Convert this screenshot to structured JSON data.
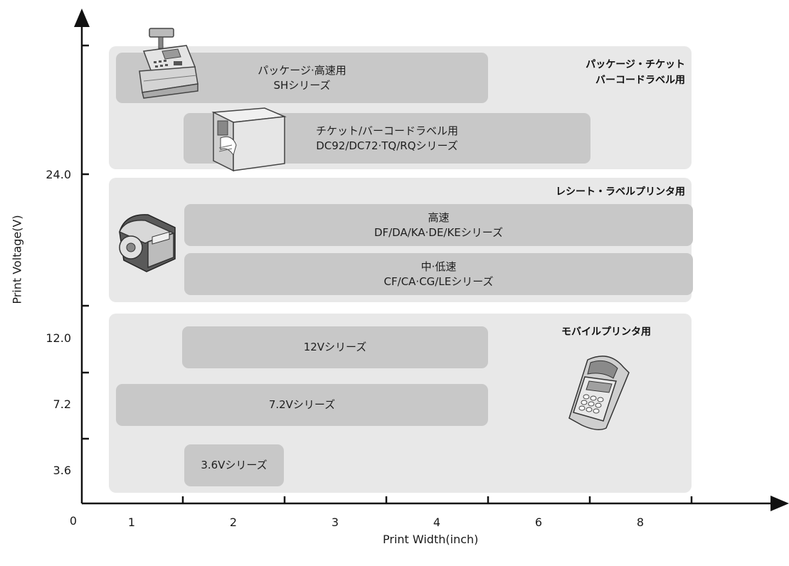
{
  "axes": {
    "ylabel": "Print Voltage(V)",
    "xlabel": "Print Width(inch)",
    "origin_label": "0",
    "y_ticks": [
      "24.0",
      "12.0",
      "7.2",
      "3.6"
    ],
    "x_ticks": [
      "1",
      "2",
      "3",
      "4",
      "6",
      "8"
    ]
  },
  "groups": {
    "package": {
      "label_line1": "パッケージ・チケット",
      "label_line2": "バーコードラベル用",
      "illustration": "cash-register-icon"
    },
    "receipt": {
      "label": "レシート・ラベルプリンタ用",
      "illustration": "label-printer-icon"
    },
    "mobile": {
      "label": "モバイルプリンタ用",
      "illustration": "mobile-printer-icon"
    }
  },
  "bars": {
    "sh": {
      "line1": "パッケージ·高速用",
      "line2": "SHシリーズ"
    },
    "dc": {
      "line1": "チケット/バーコードラベル用",
      "line2": "DC92/DC72·TQ/RQシリーズ"
    },
    "high": {
      "line1": "高速",
      "line2": "DF/DA/KA·DE/KEシリーズ"
    },
    "mid": {
      "line1": "中·低速",
      "line2": "CF/CA·CG/LEシリーズ"
    },
    "v12": {
      "line1": "12Vシリーズ"
    },
    "v72": {
      "line1": "7.2Vシリーズ"
    },
    "v36": {
      "line1": "3.6Vシリーズ"
    }
  },
  "colors": {
    "panel": "#e8e8e8",
    "bar": "#c8c8c8",
    "axis": "#111111"
  }
}
